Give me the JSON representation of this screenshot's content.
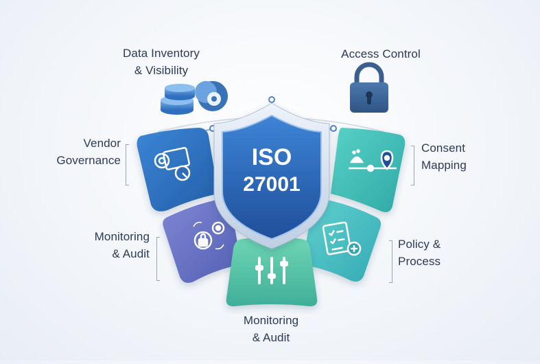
{
  "center": {
    "line1": "ISO",
    "line2": "27001"
  },
  "labels": {
    "data_inventory": "Data Inventory\n& Visibility",
    "access_control": "Access Control",
    "vendor_governance": "Vendor\nGovernance",
    "consent_mapping": "Consent\nMapping",
    "monitoring_left": "Monitoring\n& Audit",
    "policy_process": "Policy &\nProcess",
    "monitoring_bottom": "Monitoring\n& Audit"
  },
  "icons": {
    "data_inventory": "database-cloud-icon",
    "access_control": "padlock-icon",
    "vendor_governance": "gears-document-icon",
    "consent_mapping": "map-pin-route-icon",
    "monitoring_left": "gears-lock-icon",
    "policy_process": "checklist-icon",
    "monitoring_bottom": "sliders-icon"
  },
  "colors": {
    "shield_blue": "#2f6fc0",
    "vendor_blue": "#2f73c4",
    "consent_teal": "#3fc0b4",
    "monitoring_purple": "#6e79c9",
    "policy_teal": "#4cc3c1",
    "bottom_green": "#5cc9a7",
    "text": "#2b3b55"
  }
}
